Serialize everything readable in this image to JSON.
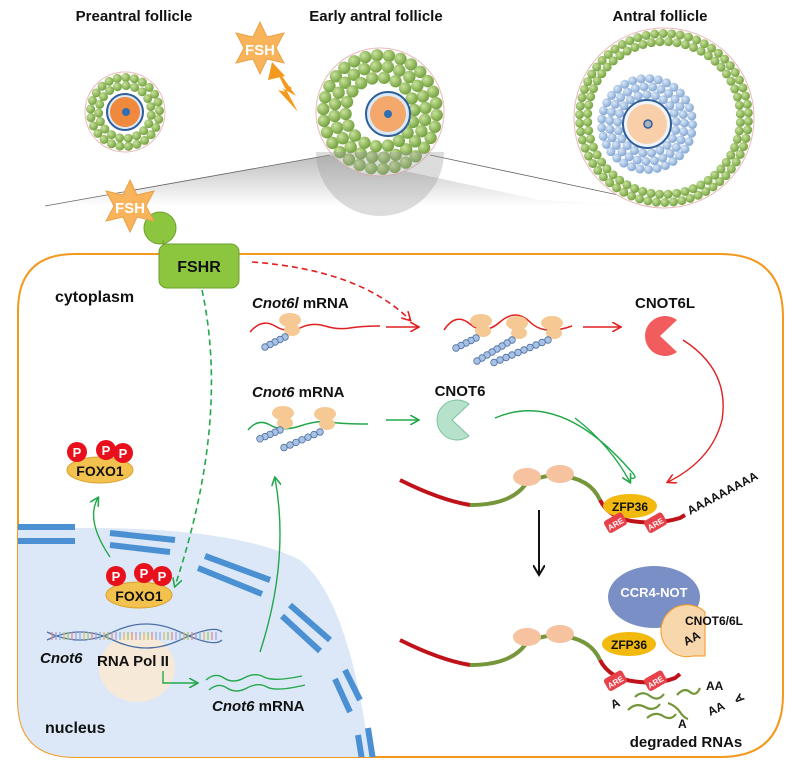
{
  "stages": {
    "preantral": "Preantral follicle",
    "early_antral": "Early antral follicle",
    "antral": "Antral follicle"
  },
  "hormone": {
    "fsh_top": "FSH",
    "fsh_bound": "FSH",
    "receptor": "FSHR"
  },
  "compartments": {
    "cytoplasm": "cytoplasm",
    "nucleus": "nucleus"
  },
  "transcription": {
    "gene": "Cnot6",
    "polymerase": "RNA Pol II",
    "nuclear_mrna_italic": "Cnot6",
    "nuclear_mrna_rest": " mRNA"
  },
  "foxo": {
    "label_cyto": "FOXO1",
    "label_nuc": "FOXO1",
    "phospho": "P"
  },
  "translation": {
    "cnot6l_mrna_italic": "Cnot6l",
    "cnot6l_mrna_rest": " mRNA",
    "cnot6_mrna_italic": "Cnot6",
    "cnot6_mrna_rest": " mRNA",
    "cnot6l_protein": "CNOT6L",
    "cnot6_protein": "CNOT6"
  },
  "decay": {
    "zfp36_top": "ZFP36",
    "zfp36_bottom": "ZFP36",
    "are": "ARE",
    "polyA_long": "AAAAAAAAA",
    "polyA_short": "AA",
    "ccr4_not": "CCR4-NOT",
    "cnot6_6l": "CNOT6/6L",
    "degraded_label": "degraded RNAs",
    "fragments": [
      "A",
      "AA",
      "AA",
      "A",
      "A"
    ]
  },
  "colors": {
    "cell_border": "#f39a1e",
    "granulosa": "#8dbb55",
    "cumulus": "#9dbde0",
    "oocyte": "#f3a46a",
    "nucleus_fill": "#dce8f7",
    "nuclear_envelope": "#4a90d2",
    "fsh": "#f9b35b",
    "fshr": "#8cc63f",
    "red_path": "#e02020",
    "green_path": "#22a84a",
    "cnot6l": "#f25c5c",
    "cnot6": "#b6e2cc",
    "zfp36": "#f2b90f",
    "ccr4_not": "#7b8fc7",
    "are": "#e8414a",
    "mrna_red": "#c0121a",
    "mrna_green": "#76963a",
    "ribosome": "#f6c894"
  }
}
